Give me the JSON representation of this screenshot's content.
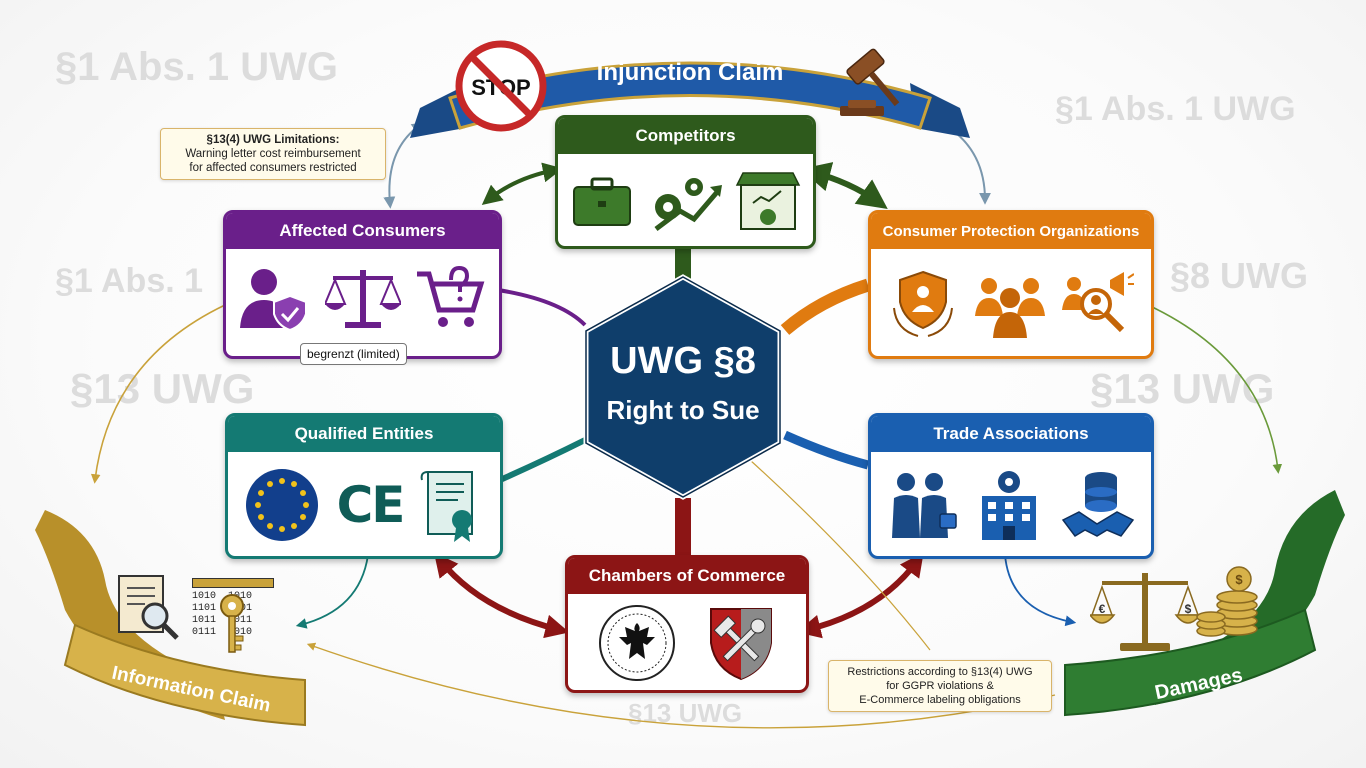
{
  "watermarks": {
    "w1": "§1 Abs. 1 UWG",
    "w2": "§1 Abs. 1 UWG",
    "w3": "§1 Abs. 1",
    "w4": "§8 UWG",
    "w5": "§13 UWG",
    "w6": "§13 UWG",
    "w7": "§13 UWG"
  },
  "banners": {
    "injunction": "Injunction Claim",
    "information": "Information Claim",
    "damages": "Damages"
  },
  "stop_sign": "STOP",
  "center": {
    "line1": "UWG §8",
    "line2": "Right to Sue"
  },
  "boxes": {
    "competitors": "Competitors",
    "consumers": "Affected Consumers",
    "protection": "Consumer Protection Organizations",
    "qualified": "Qualified Entities",
    "trade": "Trade Associations",
    "chambers": "Chambers of Commerce"
  },
  "notes": {
    "limitations_title": "§13(4) UWG Limitations:",
    "limitations_line1": "Warning letter cost reimbursement",
    "limitations_line2": "for affected consumers restricted",
    "limited_tag": "begrenzt (limited)",
    "restrictions_line1": "Restrictions according to §13(4) UWG",
    "restrictions_line2": "for GGPR violations &",
    "restrictions_line3": "E-Commerce labeling obligations"
  },
  "icon_text": {
    "ce": "CE",
    "euro": "€",
    "dollar": "$",
    "binary": [
      "1010  1010",
      "1101  1101",
      "1011  0011",
      "0111  1010"
    ]
  },
  "colors": {
    "navy": "#0f3e6b",
    "competitors": "#2e5a1c",
    "consumers": "#6a1f8a",
    "protection": "#e07b10",
    "qualified": "#147a73",
    "trade": "#1a5fb0",
    "chambers": "#8c1515",
    "gold": "#c9a23a",
    "green_banner": "#2f7d32",
    "blue_banner": "#1f5aa8"
  }
}
